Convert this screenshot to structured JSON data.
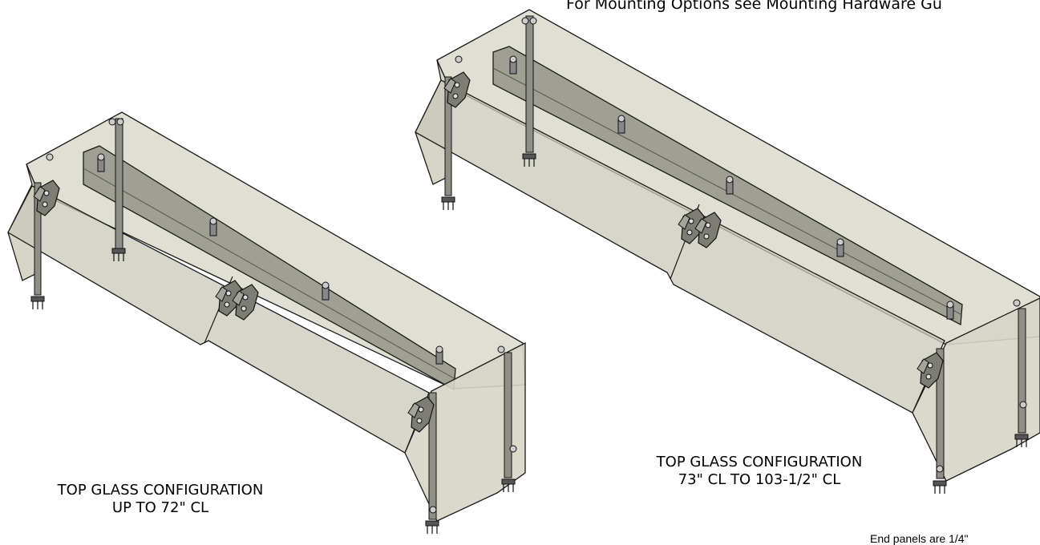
{
  "notes": {
    "mounting": "For Mounting Options see Mounting Hardware Gu",
    "end_panels": "End panels are 1/4\""
  },
  "configurations": [
    {
      "title": "TOP GLASS CONFIGURATION",
      "range": "UP TO 72\" CL"
    },
    {
      "title": "TOP GLASS CONFIGURATION",
      "range": "73\" CL TO 103-1/2\" CL"
    }
  ],
  "colors": {
    "glass_fill": "#d6d5c6",
    "rail_fill": "#9c9b90",
    "hardware_fill": "#8a8a84",
    "line": "#1a1a1a"
  }
}
